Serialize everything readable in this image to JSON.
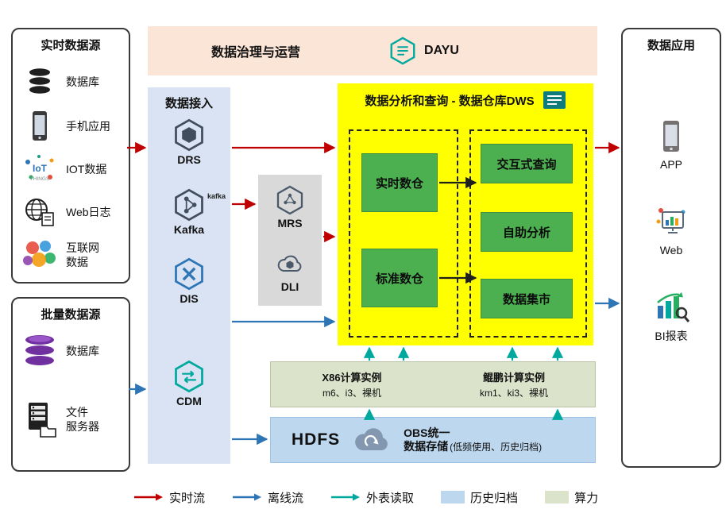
{
  "realtime_sources": {
    "title": "实时数据源",
    "items": [
      {
        "label": "数据库",
        "icon": "database-icon"
      },
      {
        "label": "手机应用",
        "icon": "mobile-app-icon"
      },
      {
        "label": "IOT数据",
        "icon": "iot-icon"
      },
      {
        "label": "Web日志",
        "icon": "web-log-icon"
      },
      {
        "label": "互联网\n数据",
        "icon": "internet-data-icon"
      }
    ]
  },
  "batch_sources": {
    "title": "批量数据源",
    "items": [
      {
        "label": "数据库",
        "icon": "purple-database-icon"
      },
      {
        "label": "文件\n服务器",
        "icon": "file-server-icon"
      }
    ]
  },
  "governance": {
    "title": "数据治理与运营",
    "product": "DAYU"
  },
  "ingestion": {
    "title": "数据接入",
    "services": [
      {
        "name": "DRS",
        "icon": "drs-icon"
      },
      {
        "name": "Kafka",
        "icon": "kafka-icon",
        "badge": "kafka"
      },
      {
        "name": "DIS",
        "icon": "dis-icon"
      },
      {
        "name": "CDM",
        "icon": "cdm-icon"
      }
    ]
  },
  "processing": {
    "services": [
      {
        "name": "MRS",
        "icon": "mrs-icon"
      },
      {
        "name": "DLI",
        "icon": "dli-icon"
      }
    ]
  },
  "dws": {
    "title": "数据分析和查询 - 数据仓库DWS",
    "warehouses": [
      "实时数仓",
      "标准数仓"
    ],
    "analytics": [
      "交互式查询",
      "自助分析",
      "数据集市"
    ]
  },
  "compute": {
    "x86_title": "X86计算实例",
    "x86_detail": "m6、i3、裸机",
    "kunpeng_title": "鲲鹏计算实例",
    "kunpeng_detail": "km1、ki3、裸机"
  },
  "storage": {
    "hdfs": "HDFS",
    "obs_line1": "OBS统一",
    "obs_line2": "数据存储",
    "obs_note": "(低频使用、历史归档)"
  },
  "applications": {
    "title": "数据应用",
    "items": [
      {
        "label": "APP",
        "icon": "app-icon"
      },
      {
        "label": "Web",
        "icon": "web-icon"
      },
      {
        "label": "BI报表",
        "icon": "bi-report-icon"
      }
    ]
  },
  "legend": {
    "items": [
      {
        "label": "实时流",
        "marker": "arrow",
        "color": "#c00000"
      },
      {
        "label": "离线流",
        "marker": "arrow",
        "color": "#2e75b6"
      },
      {
        "label": "外表读取",
        "marker": "arrow",
        "color": "#00a99d"
      },
      {
        "label": "历史归档",
        "marker": "swatch",
        "color": "#bdd7ee"
      },
      {
        "label": "算力",
        "marker": "swatch",
        "color": "#dbe3ca"
      }
    ]
  },
  "colors": {
    "realtime_flow": "#c00000",
    "offline_flow": "#2e75b6",
    "external_read": "#00a99d",
    "archive": "#bdd7ee",
    "compute_power": "#dbe3ca",
    "dws_bg": "#ffff00",
    "module_green": "#4caf50",
    "ingestion_bg": "#dae3f3",
    "governance_bg": "#fbe5d6"
  }
}
